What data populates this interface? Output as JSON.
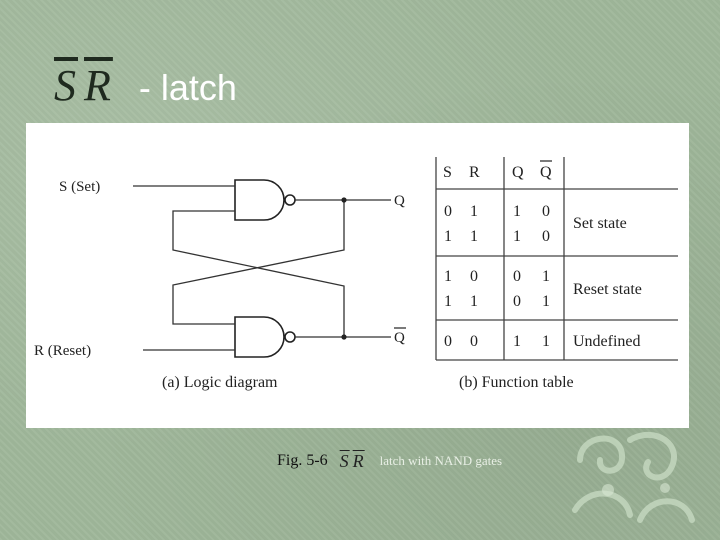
{
  "slide": {
    "title_s": "S",
    "title_r": "R",
    "title_rest": "- latch"
  },
  "diagram": {
    "input_s": "S (Set)",
    "input_r": "R (Reset)",
    "output_q": "Q",
    "output_qbar": "Q",
    "caption_a": "(a) Logic diagram"
  },
  "table": {
    "headers": [
      "S",
      "R",
      "Q",
      "Q"
    ],
    "rows": [
      [
        "0",
        "1",
        "1",
        "0"
      ],
      [
        "1",
        "1",
        "1",
        "0"
      ],
      [
        "1",
        "0",
        "0",
        "1"
      ],
      [
        "1",
        "1",
        "0",
        "1"
      ],
      [
        "0",
        "0",
        "1",
        "1"
      ]
    ],
    "states": [
      "Set state",
      "Reset state",
      "Undefined"
    ],
    "caption_b": "(b) Function table"
  },
  "caption": {
    "fig": "Fig. 5-6",
    "s": "S",
    "r": "R",
    "rest": "latch with NAND gates"
  }
}
